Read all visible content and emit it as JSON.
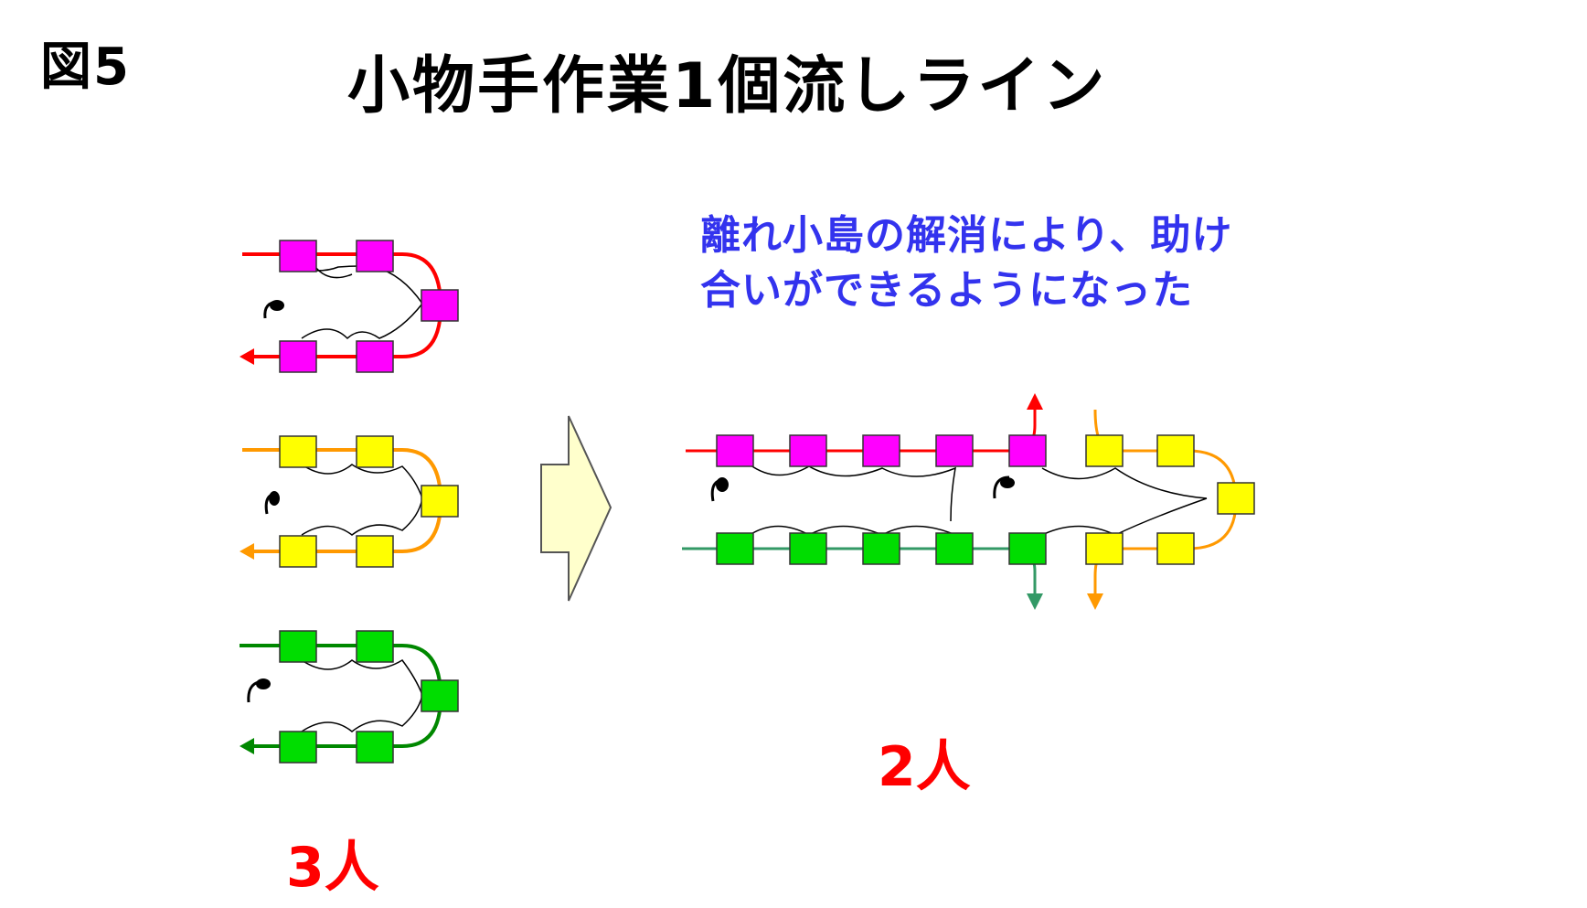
{
  "figure_label": "図5",
  "title": "小物手作業1個流しライン",
  "note": {
    "line1": "離れ小島の解消により、助け",
    "line2": "合いができるようになった"
  },
  "before_count": "3人",
  "after_count": "2人",
  "colors": {
    "magenta_station": "#ff00ff",
    "yellow_station": "#ffff00",
    "green_station": "#00dd00",
    "red_flow": "#ff0000",
    "orange_flow": "#ff9900",
    "green_flow": "#008800",
    "teal_flow": "#339966",
    "note_text": "#3333ee",
    "count_text": "#ff0000",
    "arrow_fill": "#ffffcc"
  }
}
